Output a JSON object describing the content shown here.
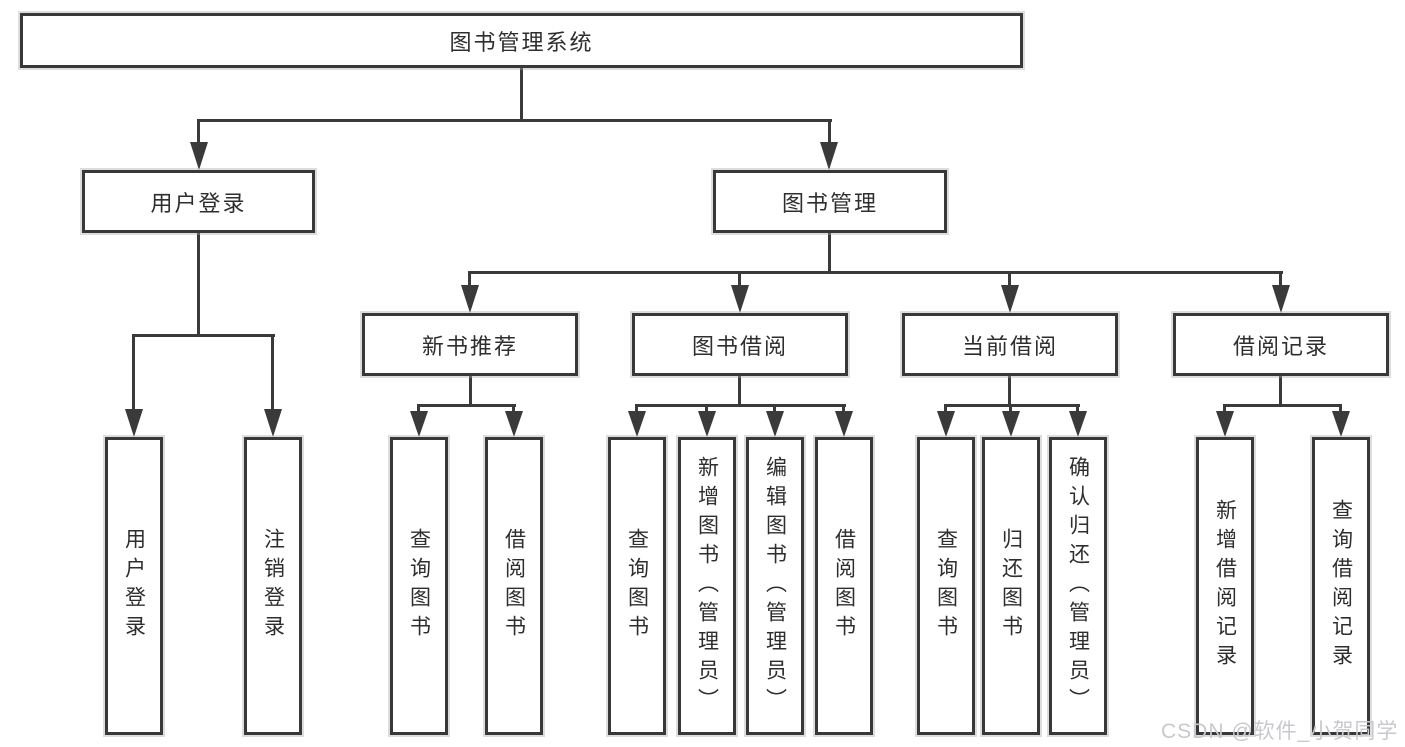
{
  "title": {
    "label": "图书管理系统"
  },
  "level2": {
    "user_login": {
      "label": "用户登录",
      "children": [
        "用户登录",
        "注销登录"
      ]
    },
    "book_mgmt": {
      "label": "图书管理"
    }
  },
  "modules": {
    "new_book": {
      "label": "新书推荐",
      "children": [
        "查询图书",
        "借阅图书"
      ]
    },
    "book_borrow": {
      "label": "图书借阅",
      "children": [
        "查询图书",
        "新增图书（管理员）",
        "编辑图书（管理员）",
        "借阅图书"
      ]
    },
    "current_borrow": {
      "label": "当前借阅",
      "children": [
        "查询图书",
        "归还图书",
        "确认归还（管理员）"
      ]
    },
    "borrow_records": {
      "label": "借阅记录",
      "children": [
        "新增借阅记录",
        "查询借阅记录"
      ]
    }
  },
  "watermark": "CSDN @软件_小贺同学",
  "colors": {
    "line": "#3a3a3a",
    "box_border": "#383838",
    "box_fill": "#ffffff",
    "text": "#2e2e2e",
    "watermark": "#c9c9cd",
    "background": "#ffffff"
  }
}
